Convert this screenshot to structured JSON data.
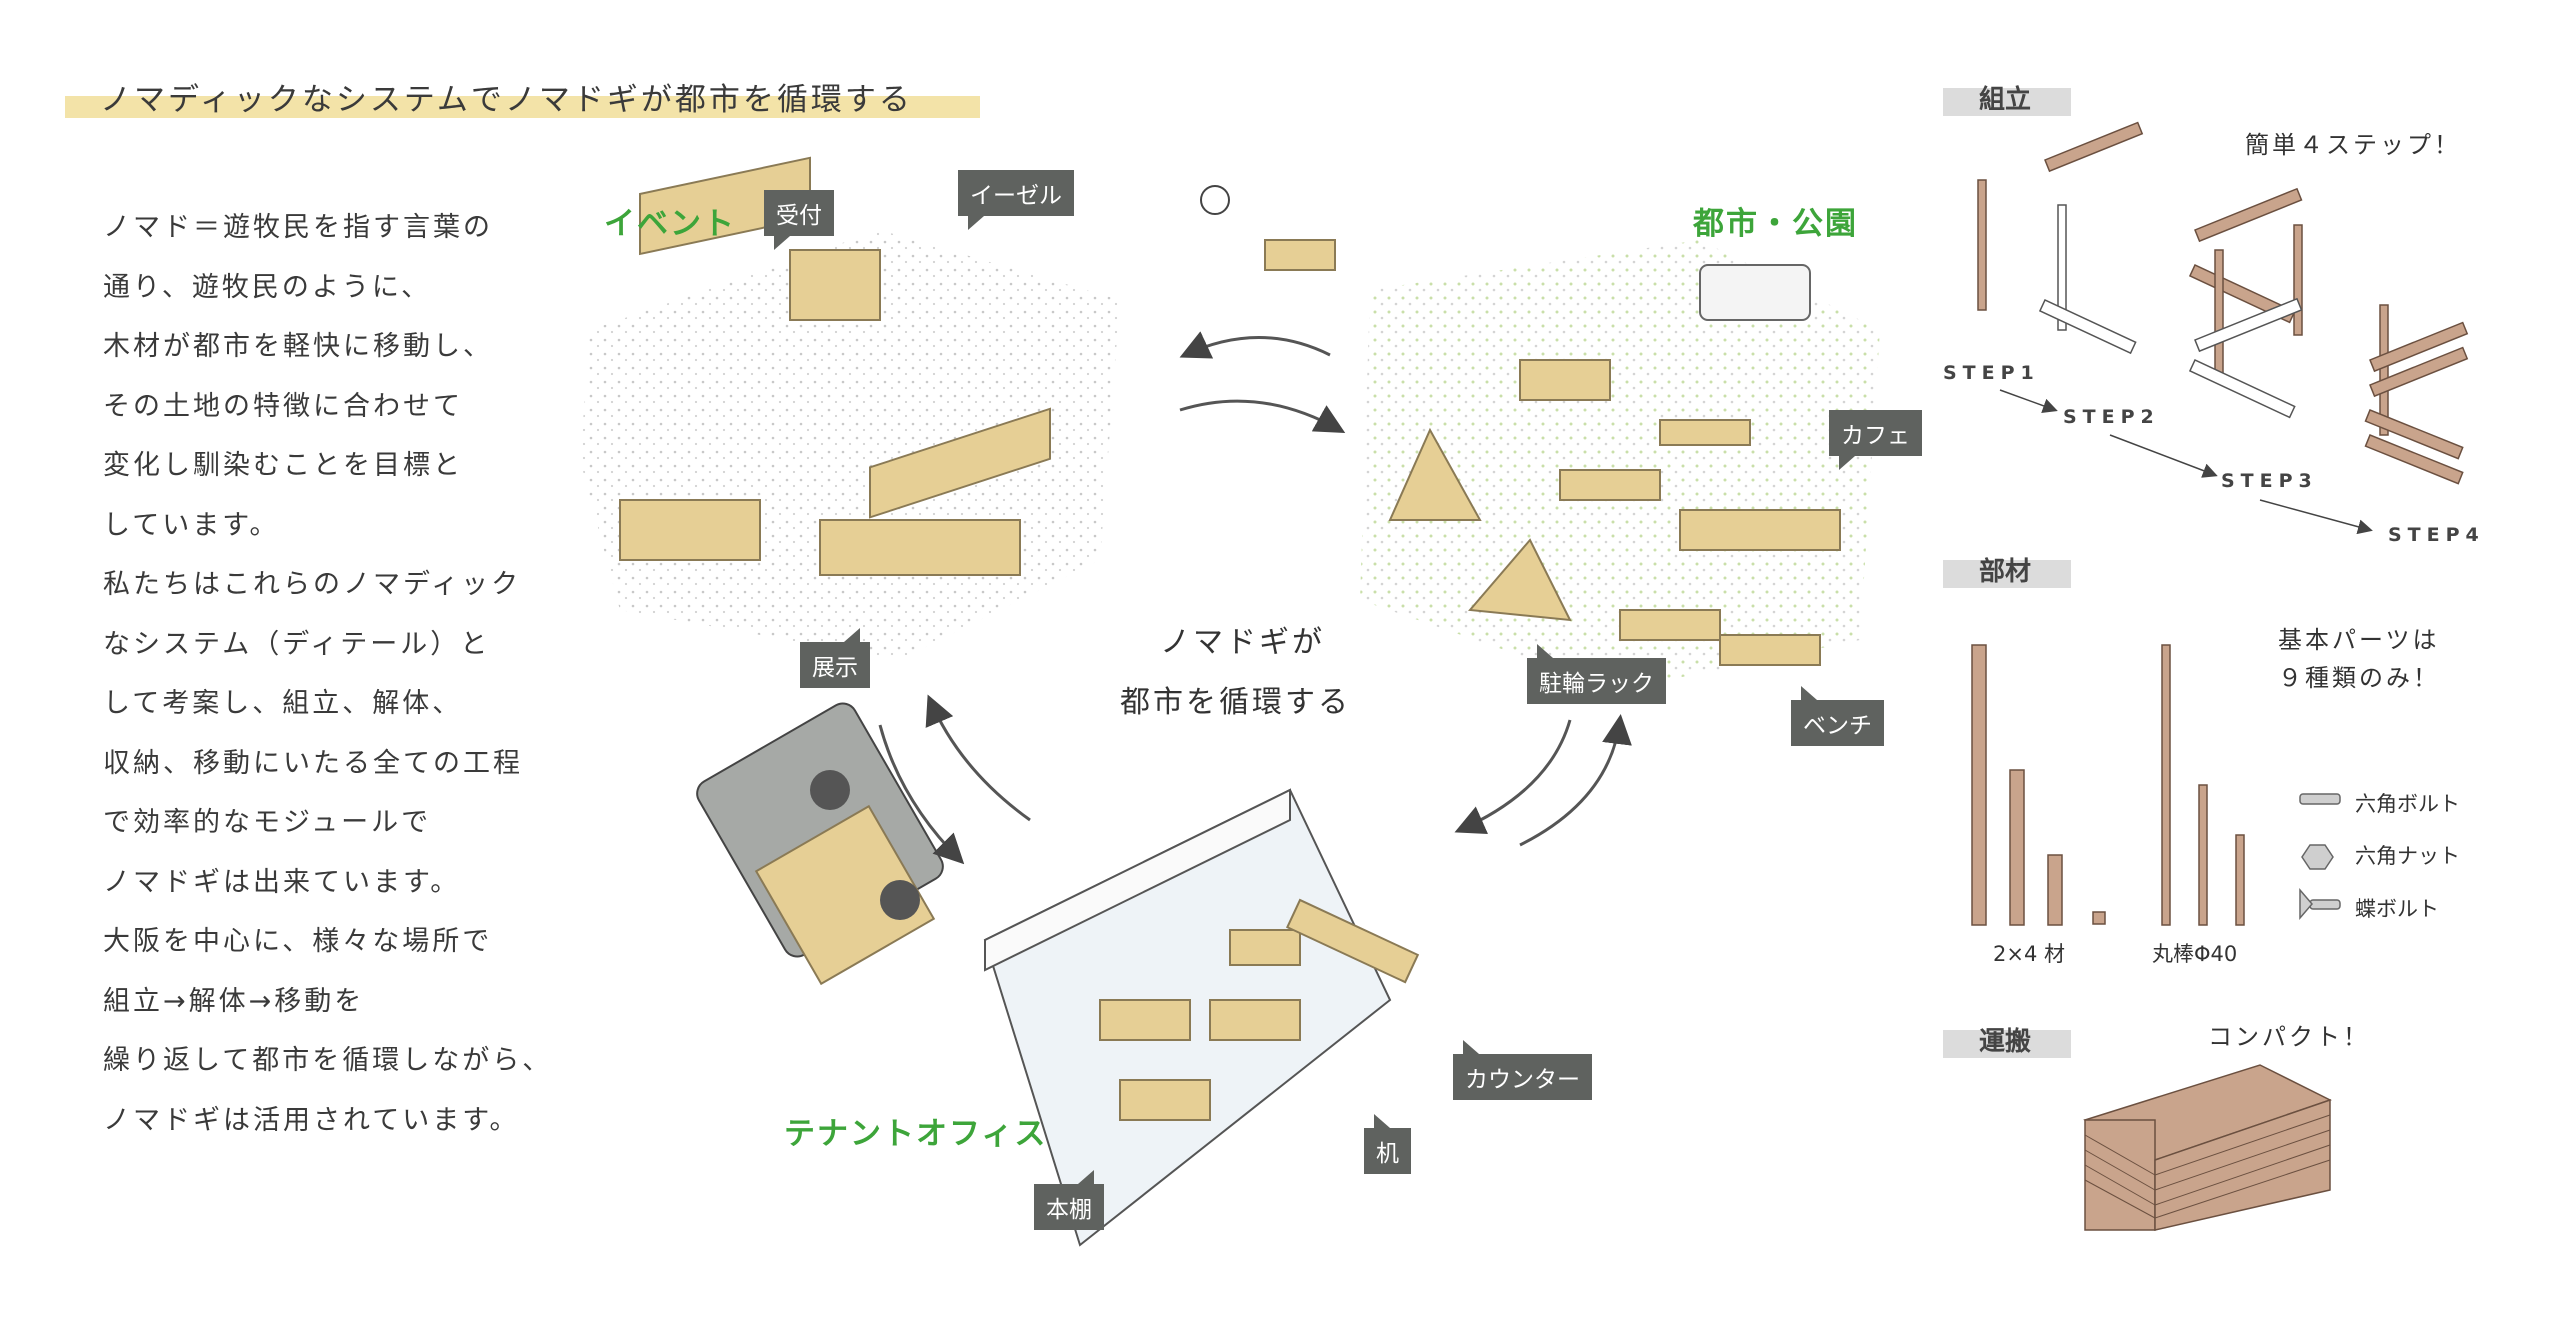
{
  "title": "ノマディックなシステムでノマドギが都市を循環する",
  "body_lines": [
    "ノマド＝遊牧民を指す言葉の",
    "通り、遊牧民のように、",
    "木材が都市を軽快に移動し、",
    "その土地の特徴に合わせて",
    "変化し馴染むことを目標と",
    "しています。",
    "私たちはこれらのノマディック",
    "なシステム（ディテール）と",
    "して考案し、組立、解体、",
    "収納、移動にいたる全ての工程",
    "で効率的なモジュールで",
    "ノマドギは出来ています。",
    "大阪を中心に、様々な場所で",
    "組立→解体→移動を",
    "繰り返して都市を循環しながら、",
    "ノマドギは活用されています。"
  ],
  "scenes": {
    "event": {
      "title": "イベント",
      "callouts": [
        "受付",
        "イーゼル",
        "展示"
      ]
    },
    "city_park": {
      "title": "都市・公園",
      "callouts": [
        "カフェ",
        "駐輪ラック",
        "ベンチ"
      ]
    },
    "office": {
      "title": "テナントオフィス",
      "callouts": [
        "カウンター",
        "机",
        "本棚"
      ]
    }
  },
  "center": {
    "line1": "ノマドギが",
    "line2": "都市を循環する"
  },
  "assembly": {
    "heading": "組立",
    "note": "簡単４ステップ！",
    "steps": [
      "STEP1",
      "STEP2",
      "STEP3",
      "STEP4"
    ]
  },
  "parts": {
    "heading": "部材",
    "note1": "基本パーツは",
    "note2": "９種類のみ！",
    "hardware": [
      "六角ボルト",
      "六角ナット",
      "蝶ボルト"
    ],
    "lumber": [
      "2×4 材",
      "丸棒Φ40"
    ]
  },
  "transport": {
    "heading": "運搬",
    "note": "コンパクト！"
  },
  "colors": {
    "accent_green": "#3da53a",
    "title_band": "#f3e3a8",
    "callout": "#5f625f",
    "wood": "#c9a48c"
  }
}
